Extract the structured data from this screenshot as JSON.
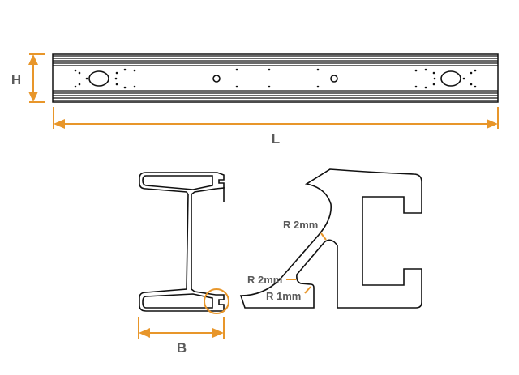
{
  "dimensions": {
    "height_label": "H",
    "length_label": "L",
    "width_label": "B"
  },
  "radii": {
    "upper_radius": "R 2mm",
    "lower_radius": "R 2mm",
    "tip_radius": "R 1mm"
  },
  "colors": {
    "dimension": "#e8962a",
    "outline": "#111111",
    "label": "#5a5a5a"
  }
}
